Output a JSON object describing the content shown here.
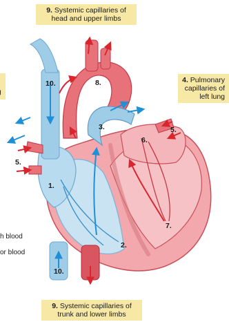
{
  "callouts": {
    "top": {
      "number": "9.",
      "text": "Systemic capillaries of head and upper limbs"
    },
    "right": {
      "number": "4.",
      "text": "Pulmonary capillaries of left lung"
    },
    "bottom": {
      "number": "9.",
      "text": "Systemic capillaries of trunk and lower limbs"
    },
    "left_fragment": "g"
  },
  "side_text": [
    "h blood",
    "or blood"
  ],
  "labels": {
    "n1": "1.",
    "n2": "2.",
    "n3": "3.",
    "n5_left": "5.",
    "n5_right": "5.",
    "n6": "6.",
    "n7": "7.",
    "n8": "8.",
    "n10_top": "10.",
    "n10_bottom": "10."
  },
  "colors": {
    "oxygenated": "#e8727a",
    "oxygenated_dark": "#c23a46",
    "deoxygenated": "#8cc6e6",
    "deoxygenated_dark": "#3a8fc8",
    "muscle": "#f0a0a6",
    "callout_bg": "#f7e8a6",
    "arrow_red": "#d8262f",
    "arrow_blue": "#1f8fd6"
  }
}
